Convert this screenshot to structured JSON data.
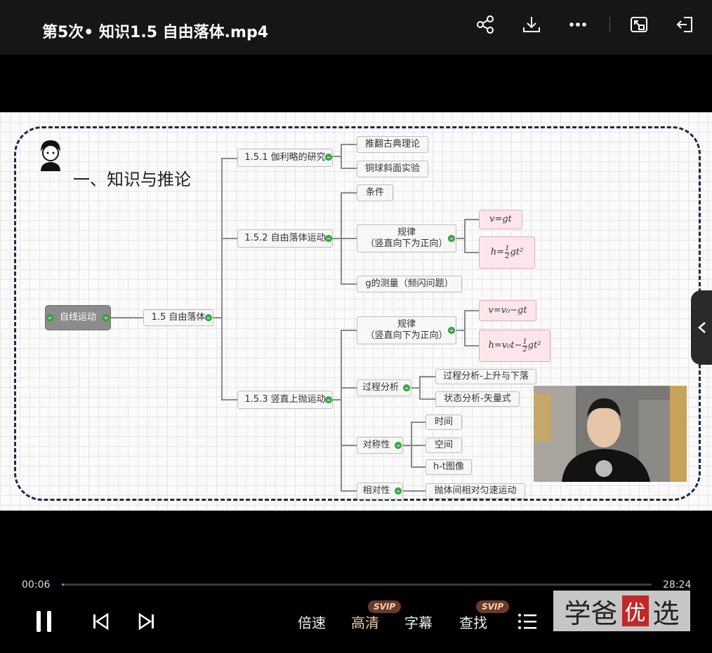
{
  "window": {
    "title": "第5次• 知识1.5 自由落体.mp4"
  },
  "toolbar": {
    "icons": [
      "share-icon",
      "download-icon",
      "more-icon",
      "pip-icon",
      "exit-icon"
    ]
  },
  "slide": {
    "heading": "一、知识与推论",
    "mindmap": {
      "root": "自线运动",
      "center": "1.5 自由落体",
      "b1": {
        "label": "1.5.1 伽利略的研究",
        "c1": "推翻古典理论",
        "c2": "铜球斜面实验"
      },
      "b2": {
        "label": "1.5.2 自由落体运动",
        "c1": "条件",
        "rule_line1": "规律",
        "rule_line2": "（竖直向下为正向）",
        "f1": "v=gt",
        "f2_lhs": "h=",
        "f2_num": "1",
        "f2_den": "2",
        "f2_rhs": "gt²",
        "c3": "g的测量（频闪问题）"
      },
      "b3": {
        "label": "1.5.3 竖直上抛运动",
        "rule_line1": "规律",
        "rule_line2": "（竖直向下为正向）",
        "f1": "v=v₀−gt",
        "f2_lhs": "h=v₀t−",
        "f2_num": "1",
        "f2_den": "2",
        "f2_rhs": "gt²",
        "process": "过程分析",
        "process_c1": "过程分析-上升与下落",
        "process_c2": "状态分析-矢量式",
        "symmetry": "对称性",
        "sym_c1": "时间",
        "sym_c2": "空间",
        "sym_c3": "h-t图像",
        "relative": "相对性",
        "rel_c1": "抛体间相对匀速运动"
      }
    }
  },
  "player": {
    "current_time": "00:06",
    "duration": "28:24",
    "progress": 0.0035,
    "speed_label": "倍速",
    "quality_label": "高清",
    "subtitle_label": "字幕",
    "search_label": "查找",
    "svip_badge": "SVIP",
    "accent": "#4f8cff",
    "quality_color": "#f3c9a6"
  },
  "watermark": {
    "text1": "学爸",
    "seal": "优",
    "text2": "选"
  }
}
